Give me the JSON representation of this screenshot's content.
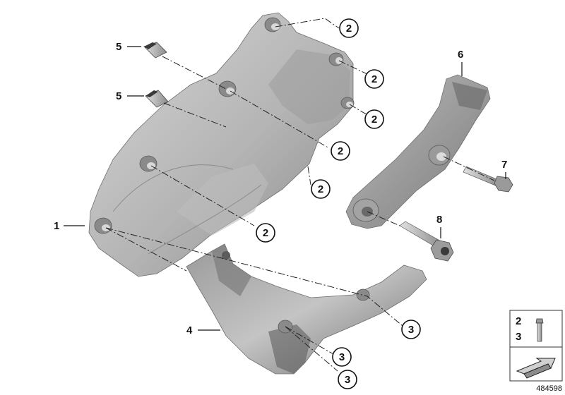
{
  "callouts": {
    "c1": "1",
    "c2a": "2",
    "c2b": "2",
    "c2c": "2",
    "c2d": "2",
    "c2e": "2",
    "c2f": "2",
    "c3a": "3",
    "c3b": "3",
    "c3c": "3",
    "c4": "4",
    "c5a": "5",
    "c5b": "5",
    "c6": "6",
    "c7": "7",
    "c8": "8"
  },
  "legend": {
    "row1": "2",
    "row2": "3"
  },
  "catalog_number": "484598",
  "colors": {
    "part_fill_light": "#c8c8c8",
    "part_fill_mid": "#a9a9a9",
    "part_fill_dark": "#6b6b6b",
    "line": "#111111"
  }
}
